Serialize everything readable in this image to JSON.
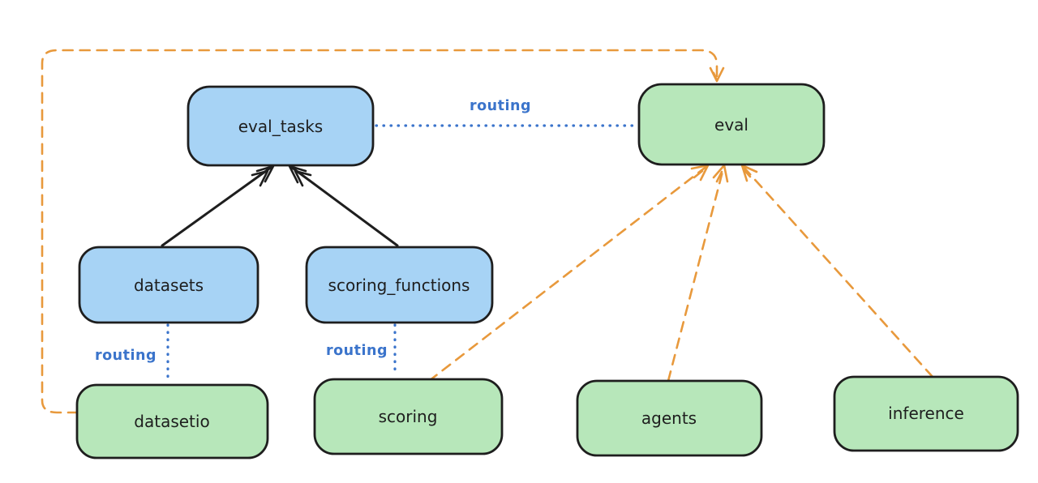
{
  "colors": {
    "background": "#ffffff",
    "node_blue_fill": "#a7d3f5",
    "node_green_fill": "#b7e7ba",
    "node_stroke": "#1e1e1e",
    "arrow_black": "#1e1e1e",
    "arrow_orange": "#e8993c",
    "routing_blue": "#3b74cb"
  },
  "nodes": {
    "eval_tasks": {
      "label": "eval_tasks",
      "color": "blue"
    },
    "eval": {
      "label": "eval",
      "color": "green"
    },
    "datasets": {
      "label": "datasets",
      "color": "blue"
    },
    "scoring_functions": {
      "label": "scoring_functions",
      "color": "blue"
    },
    "datasetio": {
      "label": "datasetio",
      "color": "green"
    },
    "scoring": {
      "label": "scoring",
      "color": "green"
    },
    "agents": {
      "label": "agents",
      "color": "green"
    },
    "inference": {
      "label": "inference",
      "color": "green"
    }
  },
  "edges": {
    "eval_tasks_to_eval": {
      "label": "routing",
      "style": "blue-dotted"
    },
    "datasets_to_datasetio": {
      "label": "routing",
      "style": "blue-dotted"
    },
    "scoring_functions_to_scoring": {
      "label": "routing",
      "style": "blue-dotted"
    },
    "datasets_to_eval_tasks": {
      "style": "black-solid-arrow"
    },
    "scoring_functions_to_eval_tasks": {
      "style": "black-solid-arrow"
    },
    "datasetio_to_eval": {
      "style": "orange-dashed-arrow"
    },
    "scoring_to_eval": {
      "style": "orange-dashed-arrow"
    },
    "agents_to_eval": {
      "style": "orange-dashed-arrow"
    },
    "inference_to_eval": {
      "style": "orange-dashed-arrow"
    }
  }
}
